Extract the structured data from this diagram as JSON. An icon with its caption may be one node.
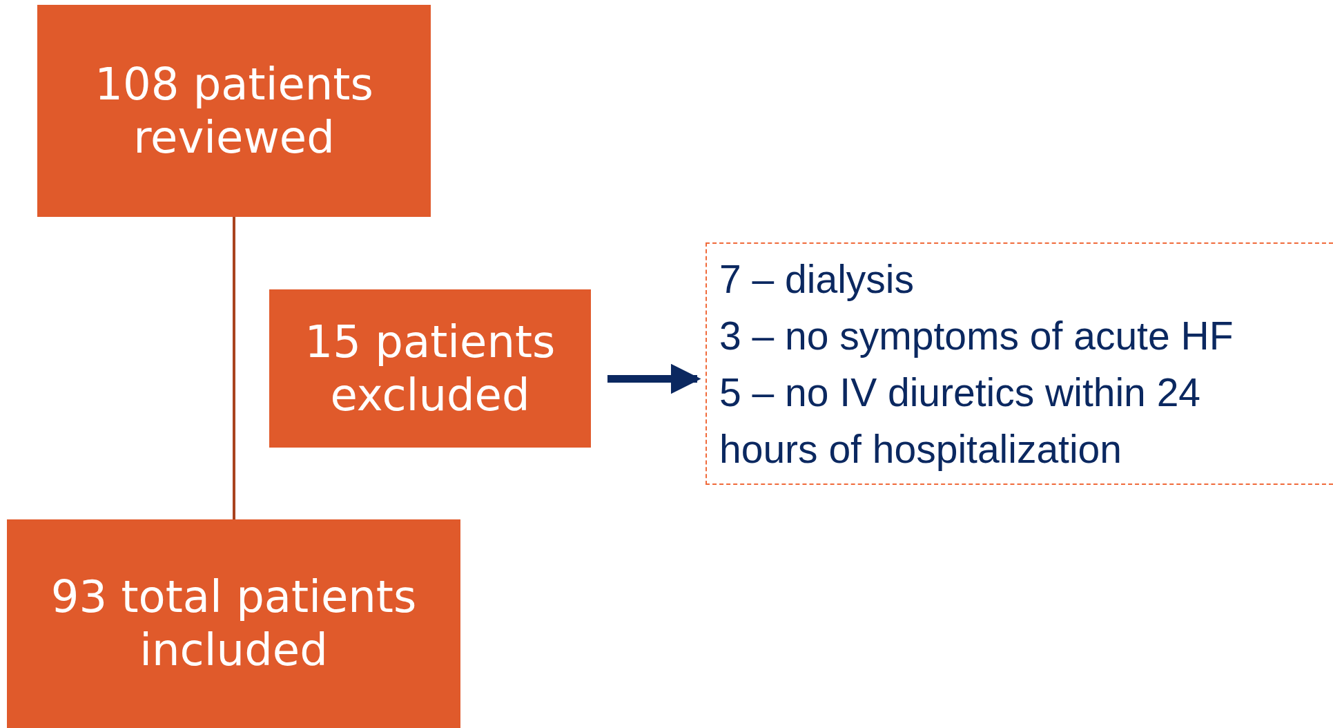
{
  "diagram": {
    "nodes": [
      {
        "text": [
          "108 patients reviewed"
        ]
      },
      {
        "text": [
          "15 patients excluded"
        ]
      },
      {
        "text": [
          "93 total patients included"
        ]
      },
      {
        "text": [
          "7 – dialysis",
          "3 – no symptoms of acute HF",
          "5 – no IV diuretics within 24 hours of hospitalization"
        ]
      }
    ],
    "edges": [
      {
        "from": 0,
        "to": 2,
        "arrow": "none"
      },
      {
        "from": 0,
        "to": 1,
        "arrow": "none"
      },
      {
        "from": 1,
        "to": 3,
        "arrow": "to",
        "style": "thick",
        "color": "#0b2860"
      }
    ]
  }
}
